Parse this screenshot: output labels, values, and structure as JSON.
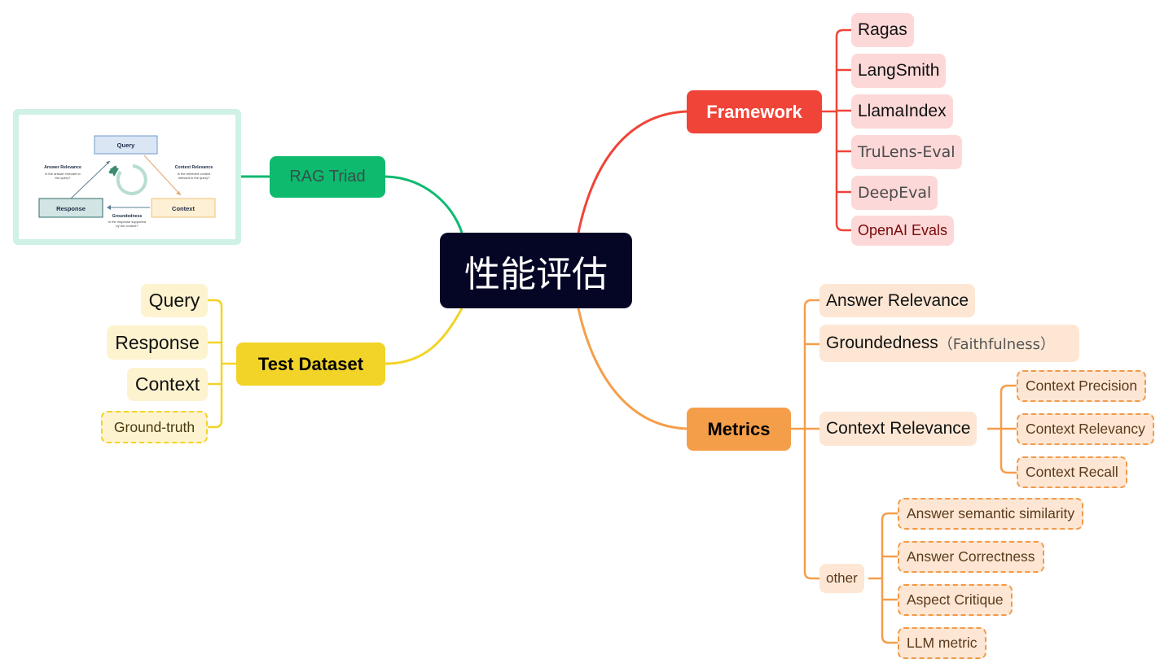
{
  "center": {
    "label": "性能评估"
  },
  "framework": {
    "label": "Framework",
    "items": [
      "Ragas",
      "LangSmith",
      "LlamaIndex",
      "TruLens-Eval",
      "DeepEval",
      "OpenAI Evals"
    ]
  },
  "metrics": {
    "label": "Metrics",
    "answer_relevance": "Answer Relevance",
    "groundedness": "Groundedness",
    "groundedness_note": "（Faithfulness）",
    "context_relevance": {
      "label": "Context Relevance",
      "items": [
        "Context Precision",
        "Context Relevancy",
        "Context Recall"
      ]
    },
    "other": {
      "label": "other",
      "items": [
        "Answer semantic similarity",
        "Answer Correctness",
        "Aspect Critique",
        "LLM metric"
      ]
    }
  },
  "test_dataset": {
    "label": "Test Dataset",
    "items": [
      "Query",
      "Response",
      "Context",
      "Ground-truth"
    ]
  },
  "rag_triad": {
    "label": "RAG Triad",
    "figure": {
      "query": "Query",
      "response": "Response",
      "context": "Context",
      "answer_relevance_title": "Answer Relevance",
      "answer_relevance_desc": [
        "Is the answer relevant to",
        "the query?"
      ],
      "context_relevance_title": "Context Relevance",
      "context_relevance_desc": [
        "Is the retrieved context",
        "relevant to the query?"
      ],
      "groundedness_title": "Groundedness",
      "groundedness_desc": [
        "Is the response supported",
        "by the context?"
      ]
    }
  },
  "colors": {
    "center": "#050526",
    "framework": "#f04438",
    "metrics": "#f59e4a",
    "test_dataset": "#f2d327",
    "rag_triad": "#0dba6e"
  }
}
